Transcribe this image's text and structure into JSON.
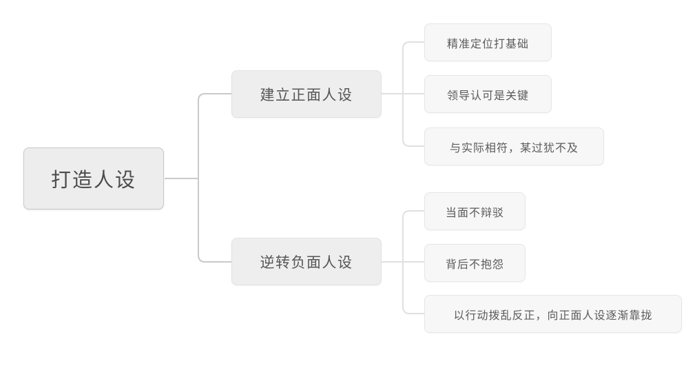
{
  "diagram": {
    "type": "mindmap",
    "orientation": "left-to-right",
    "background_color": "#ffffff",
    "connector_color_level1": "#c9c9c9",
    "connector_color_level2": "#e0e0e0",
    "root": {
      "label": "打造人设",
      "fill": "#ededed",
      "border": "#c9c9c9",
      "text_color": "#4d4d4d"
    },
    "branches": [
      {
        "label": "建立正面人设",
        "fill": "#eeeeee",
        "border": "#e2e2e2",
        "children": [
          {
            "label": "精准定位打基础"
          },
          {
            "label": "领导认可是关键"
          },
          {
            "label": "与实际相符，某过犹不及"
          }
        ]
      },
      {
        "label": "逆转负面人设",
        "fill": "#eeeeee",
        "border": "#e2e2e2",
        "children": [
          {
            "label": "当面不辩驳"
          },
          {
            "label": "背后不抱怨"
          },
          {
            "label": "以行动拨乱反正，向正面人设逐渐靠拢"
          }
        ]
      }
    ]
  }
}
